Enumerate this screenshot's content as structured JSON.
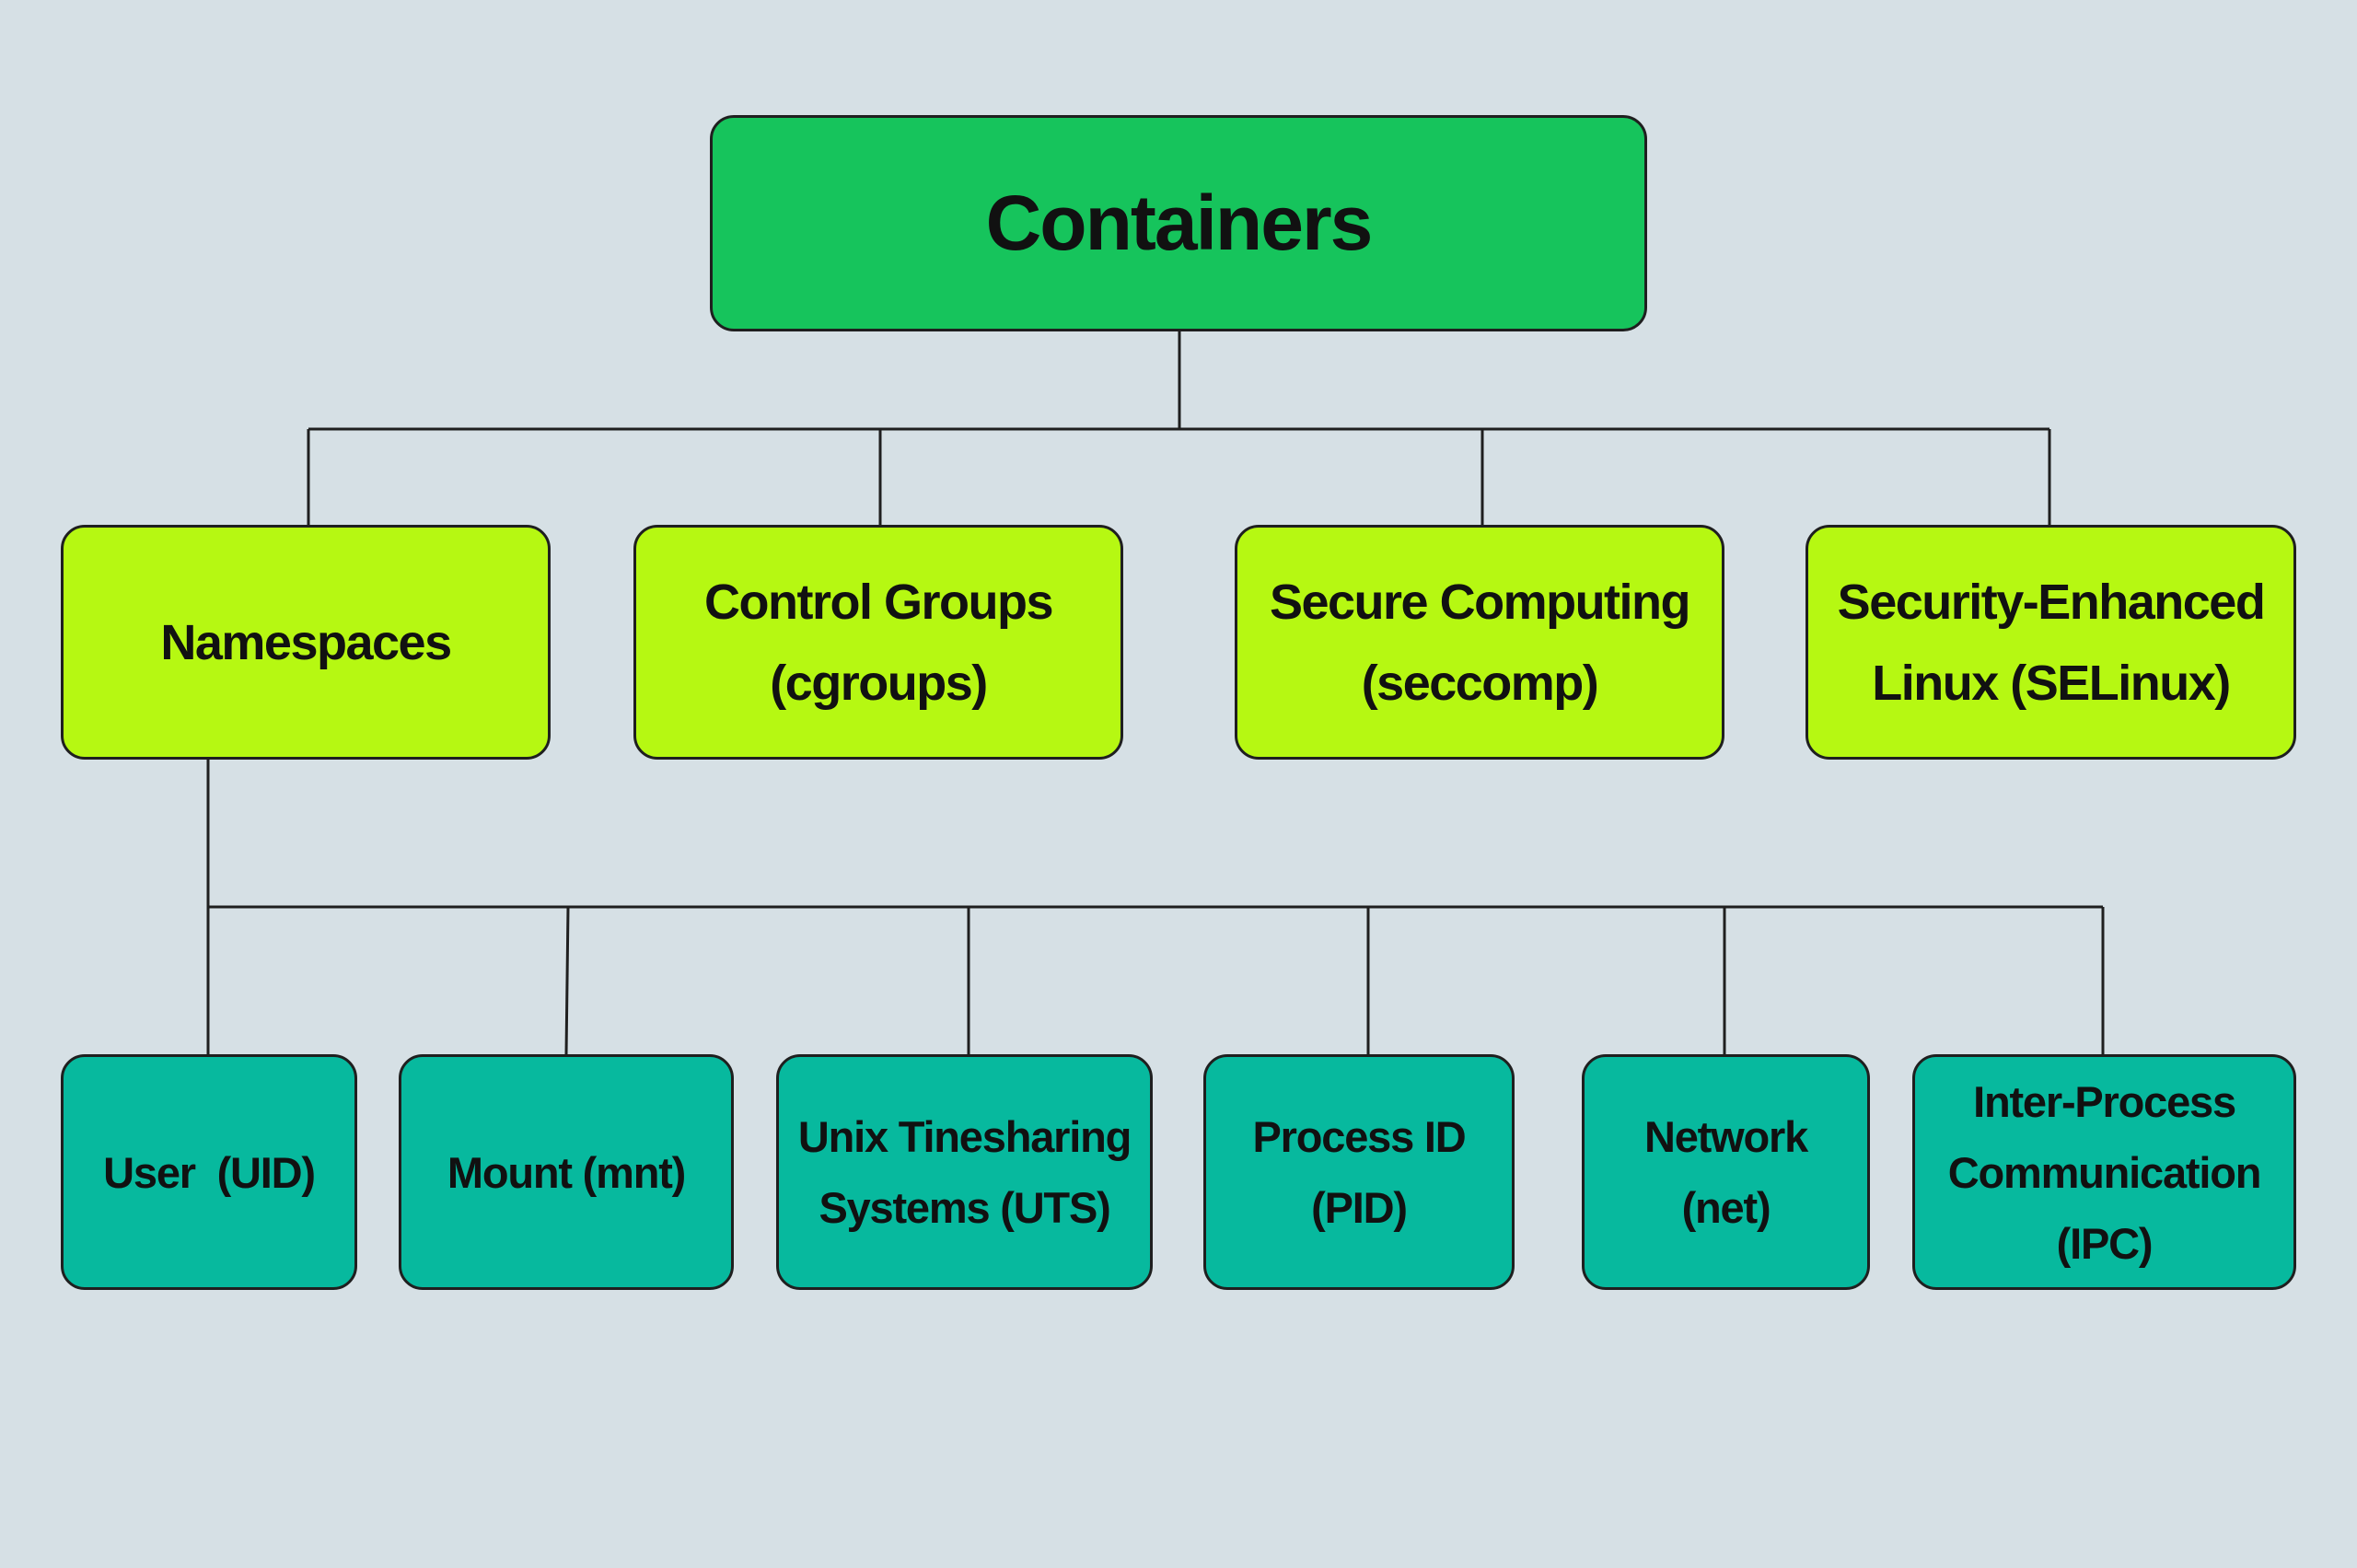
{
  "diagram": {
    "root": {
      "label": "Containers"
    },
    "level1": [
      {
        "id": "namespaces",
        "lines": [
          "Namespaces"
        ]
      },
      {
        "id": "cgroups",
        "lines": [
          "Control Groups",
          "(cgroups)"
        ]
      },
      {
        "id": "seccomp",
        "lines": [
          "Secure Computing",
          "(seccomp)"
        ]
      },
      {
        "id": "selinux",
        "lines": [
          "Security-Enhanced",
          "Linux (SELinux)"
        ]
      }
    ],
    "level2": [
      {
        "id": "uid",
        "lines": [
          "User  (UID)"
        ]
      },
      {
        "id": "mnt",
        "lines": [
          "Mount (mnt)"
        ]
      },
      {
        "id": "uts",
        "lines": [
          "Unix Tinesharing",
          "Systems (UTS)"
        ]
      },
      {
        "id": "pid",
        "lines": [
          "Process ID",
          "(PID)"
        ]
      },
      {
        "id": "net",
        "lines": [
          "Network",
          "(net)"
        ]
      },
      {
        "id": "ipc",
        "lines": [
          "Inter-Process",
          "Communication",
          "(IPC)"
        ]
      }
    ],
    "colors": {
      "background": "#d6e0e5",
      "root_fill": "#16c45c",
      "level1_fill": "#b6f812",
      "level2_fill": "#07b99e",
      "border": "#1f1f1f"
    }
  }
}
